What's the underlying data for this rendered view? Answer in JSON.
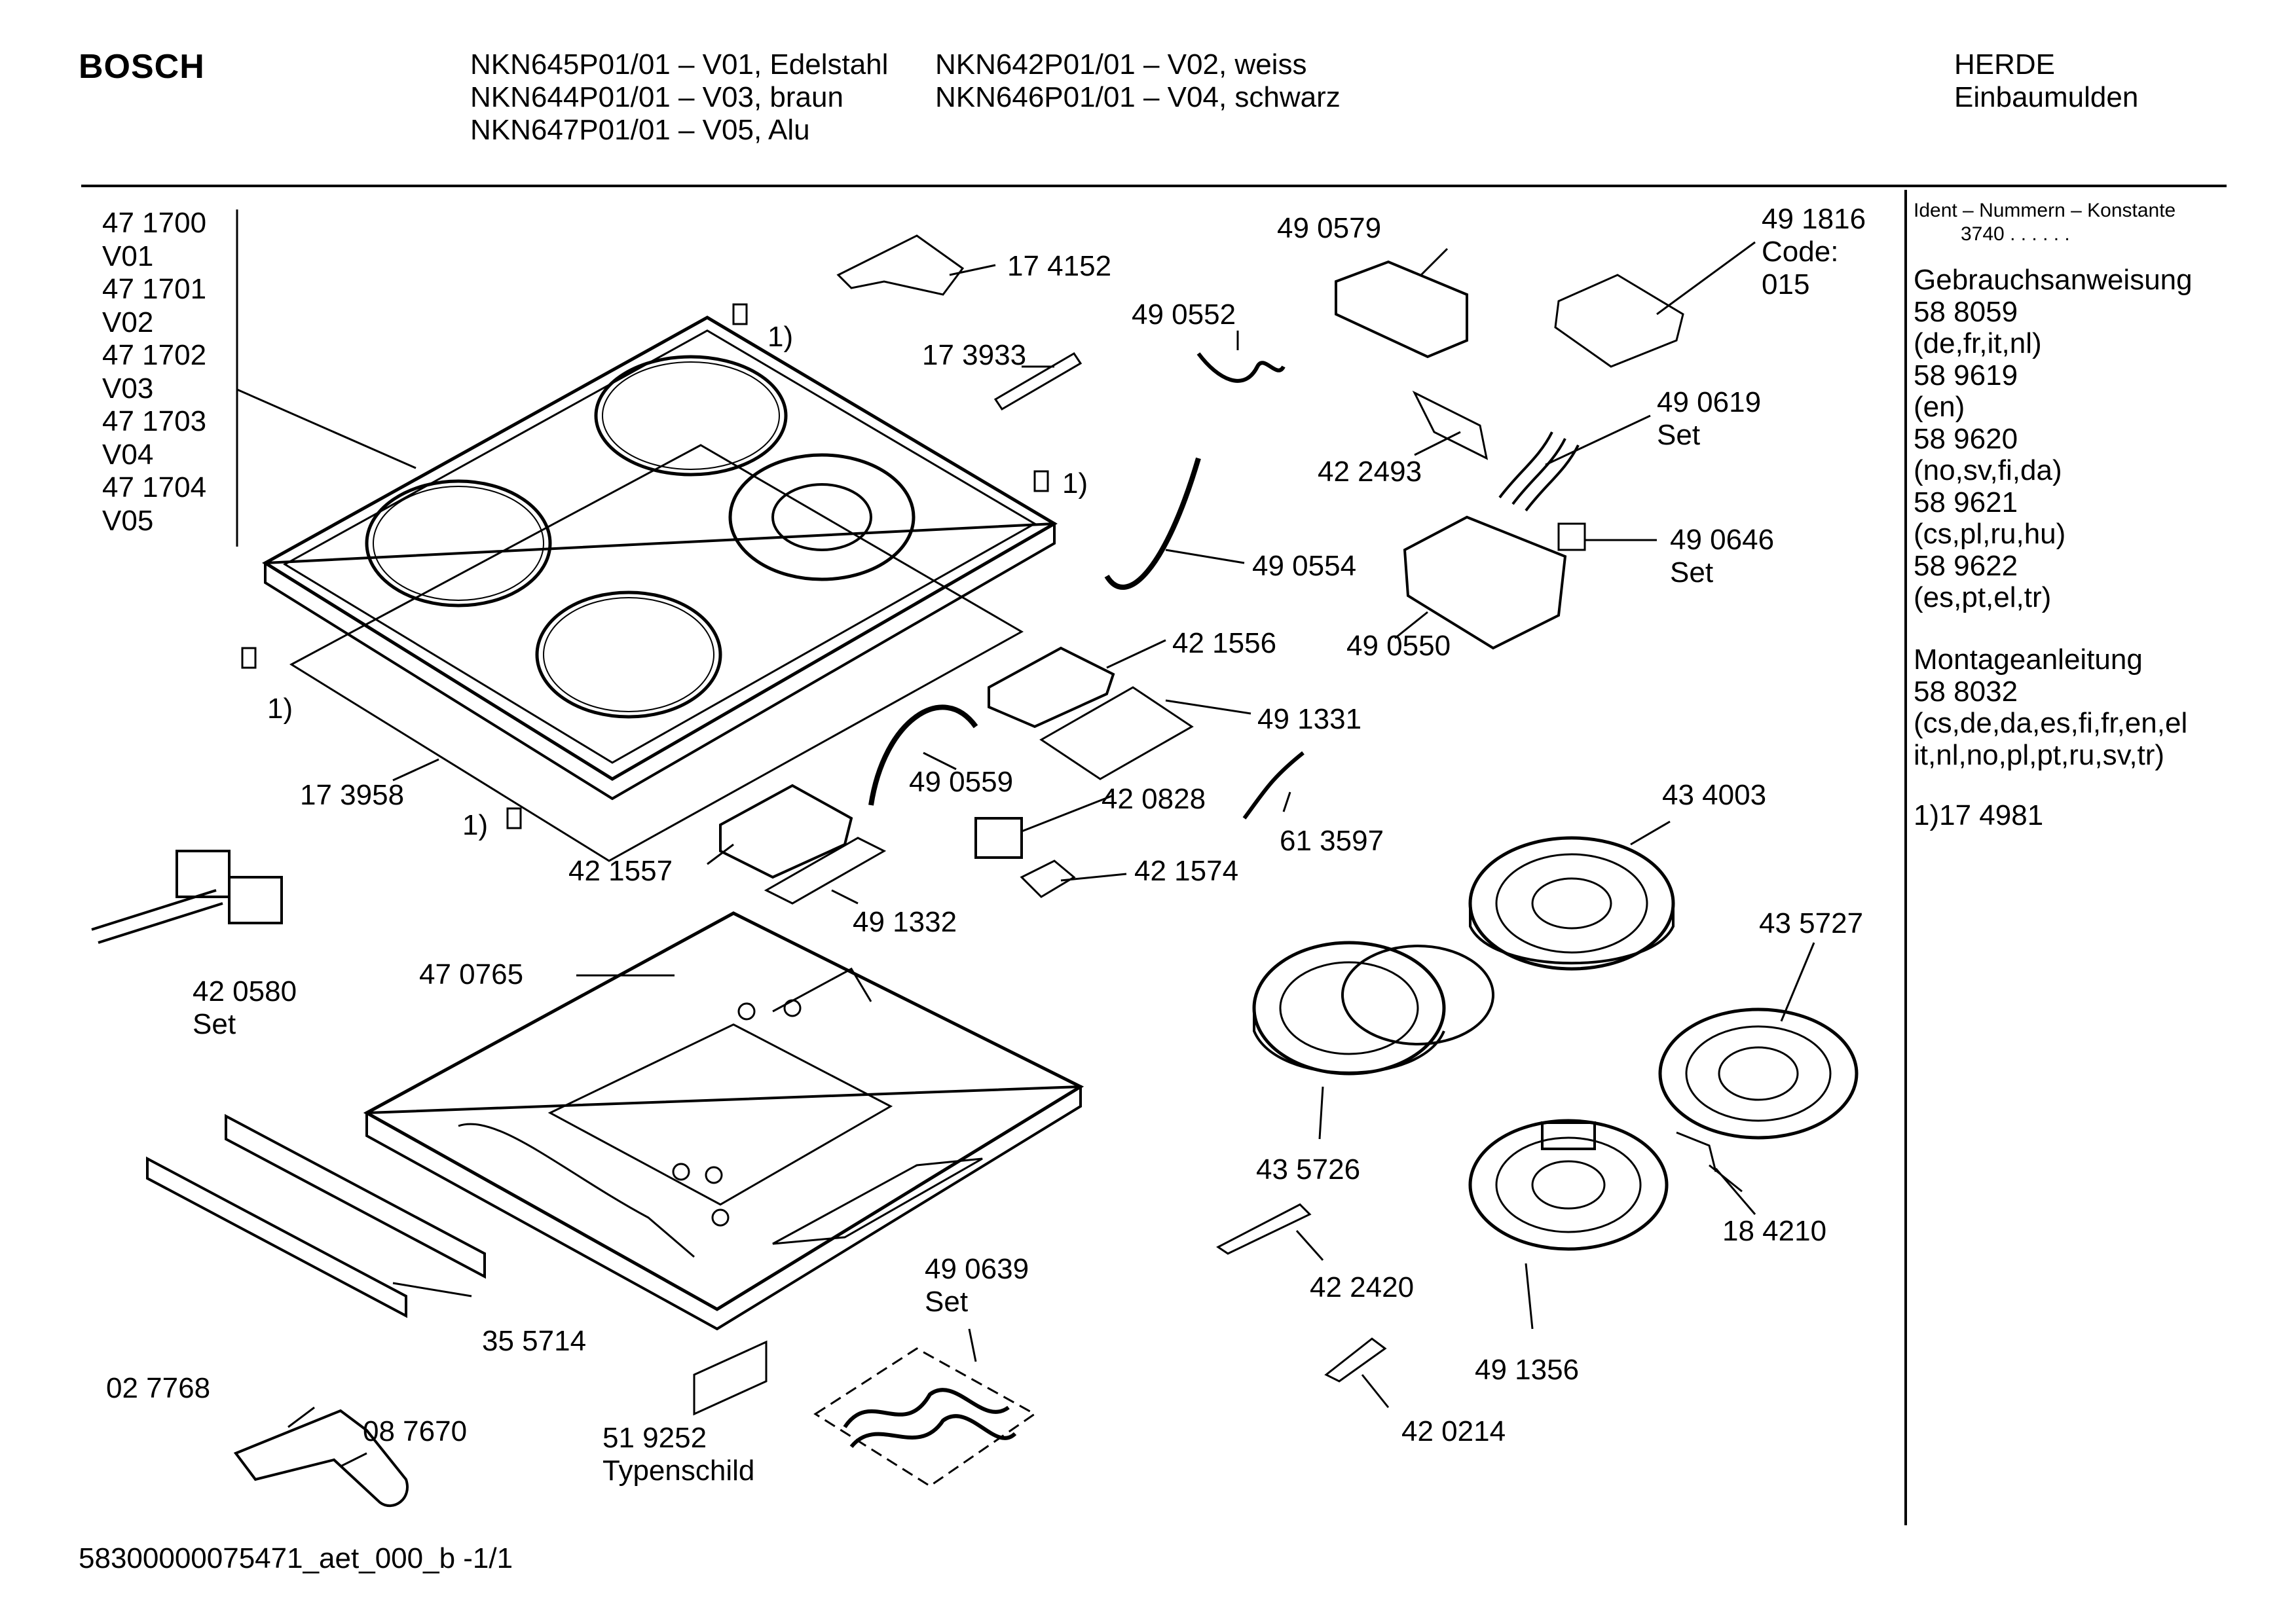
{
  "header": {
    "brand": "BOSCH",
    "models_left": [
      "NKN645P01/01 – V01, Edelstahl",
      "NKN644P01/01 – V03, braun",
      "NKN647P01/01 – V05, Alu"
    ],
    "models_right": [
      "NKN642P01/01 – V02, weiss",
      "NKN646P01/01 – V04, schwarz"
    ],
    "category": [
      "HERDE",
      "Einbaumulden"
    ]
  },
  "hob_top_label_stack": [
    "47 1700",
    "V01",
    "47 1701",
    "V02",
    "47 1702",
    "V03",
    "47 1703",
    "V04",
    "47 1704",
    "V05"
  ],
  "parts": {
    "p174152": "17 4152",
    "p173933": "17 3933",
    "fn1a": "1)",
    "fn1b": "1)",
    "fn1c": "1)",
    "fn1d": "1)",
    "p490579": "49 0579",
    "p490552": "49 0552",
    "p491816": [
      "49 1816",
      "Code:",
      "015"
    ],
    "p490619": [
      "49 0619",
      "Set"
    ],
    "p422493": "42 2493",
    "p490554": "49 0554",
    "p490646": [
      "49 0646",
      "Set"
    ],
    "p490550": "49 0550",
    "p421556": "42 1556",
    "p491331": "49 1331",
    "p173958": "17 3958",
    "p490559": "49 0559",
    "p420828": "42 0828",
    "p613597": "61 3597",
    "p421557": "42 1557",
    "p421574": "42 1574",
    "p491332": "49 1332",
    "p434003": "43 4003",
    "p435727": "43 5727",
    "p420580": [
      "42 0580",
      "Set"
    ],
    "p470765": "47 0765",
    "p435726": "43 5726",
    "p184210": "18 4210",
    "p422420": "42 2420",
    "p355714": "35 5714",
    "p490639": [
      "49 0639",
      "Set"
    ],
    "p491356": "49 1356",
    "p027768": "02 7768",
    "p087670": "08 7670",
    "p519252": [
      "51 9252",
      "Typenschild"
    ],
    "p420214": "42 0214"
  },
  "sidebar": {
    "ident_title": "Ident – Nummern – Konstante",
    "ident_value": "3740 . . . . . .",
    "lines": [
      "Gebrauchsanweisung",
      "58 8059",
      "(de,fr,it,nl)",
      "58 9619",
      "(en)",
      "58 9620",
      "(no,sv,fi,da)",
      "58 9621",
      "(cs,pl,ru,hu)",
      "58 9622",
      "(es,pt,el,tr)"
    ],
    "lines2": [
      "Montageanleitung",
      "58 8032",
      "(cs,de,da,es,fi,fr,en,el",
      "it,nl,no,pl,pt,ru,sv,tr)"
    ],
    "footnote": "1)17 4981"
  },
  "footer": {
    "doc_id": "58300000075471_aet_000_b -1/1"
  }
}
